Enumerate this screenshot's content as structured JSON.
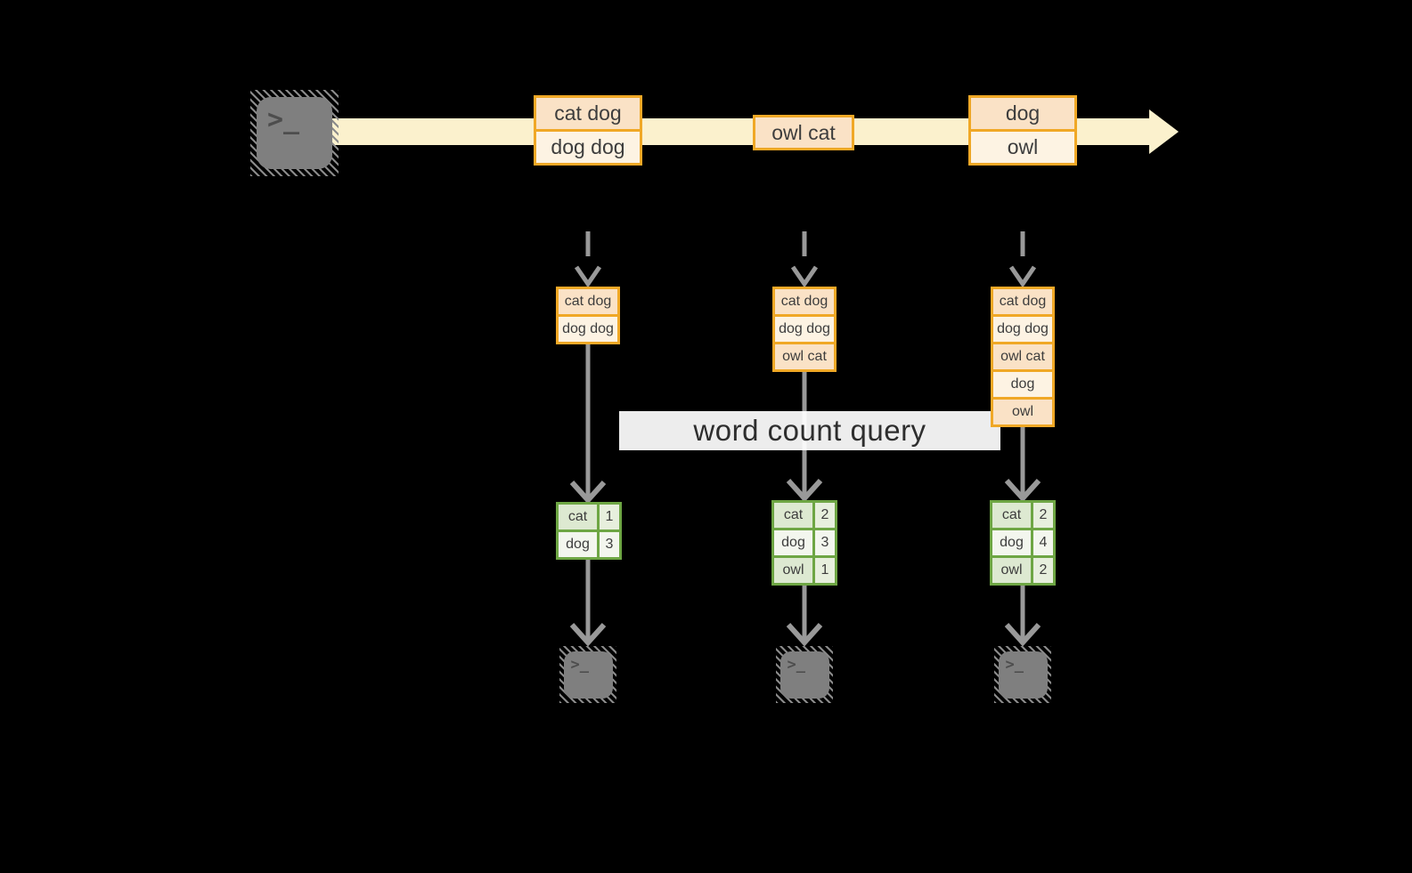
{
  "title": {
    "text": "word count query"
  },
  "terminal": {
    "glyph": ">_"
  },
  "stream": {
    "events": [
      {
        "rows": [
          "cat dog",
          "dog dog"
        ]
      },
      {
        "rows": [
          "owl cat"
        ]
      },
      {
        "rows": [
          "dog",
          "owl"
        ]
      }
    ]
  },
  "states": [
    {
      "rows": [
        "cat dog",
        "dog dog"
      ]
    },
    {
      "rows": [
        "cat dog",
        "dog dog",
        "owl cat"
      ]
    },
    {
      "rows": [
        "cat dog",
        "dog dog",
        "owl cat",
        "dog",
        "owl"
      ]
    }
  ],
  "counts": [
    {
      "rows": [
        {
          "word": "cat",
          "count": "1"
        },
        {
          "word": "dog",
          "count": "3"
        }
      ]
    },
    {
      "rows": [
        {
          "word": "cat",
          "count": "2"
        },
        {
          "word": "dog",
          "count": "3"
        },
        {
          "word": "owl",
          "count": "1"
        }
      ]
    },
    {
      "rows": [
        {
          "word": "cat",
          "count": "2"
        },
        {
          "word": "dog",
          "count": "4"
        },
        {
          "word": "owl",
          "count": "2"
        }
      ]
    }
  ],
  "colors": {
    "background": "#000000",
    "stream_band": "#fbf1cd",
    "orange_border": "#f0a826",
    "peach_fill": "#fae2c6",
    "cream_fill": "#fdf3e3",
    "green_border": "#6ea644",
    "sage_fill": "#dde9d1",
    "pale_green_fill": "#f3f6ee",
    "arrow_gray": "#999999",
    "terminal_gray": "#7f7f7f",
    "text_dark": "#3d3d3d"
  }
}
